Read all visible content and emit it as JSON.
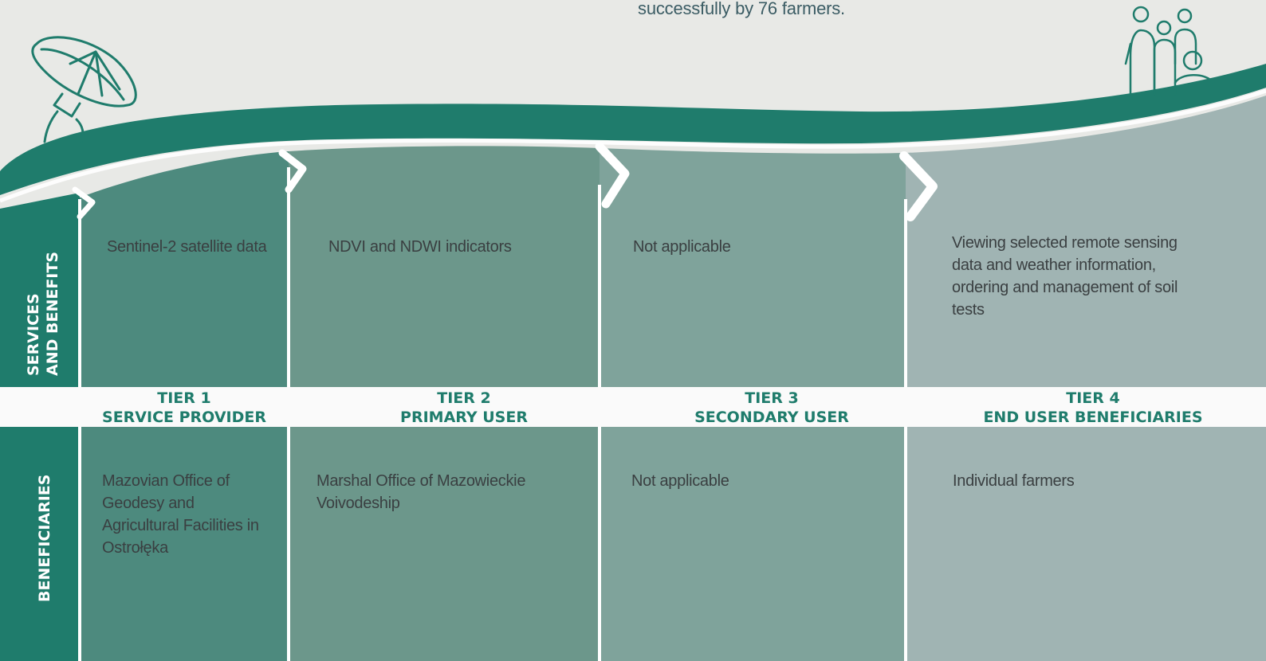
{
  "caption": "successfully by 76 farmers.",
  "row_labels": {
    "services": [
      "SERVICES",
      "AND BENEFITS"
    ],
    "beneficiaries": "BENEFICIARIES"
  },
  "tiers": [
    {
      "tier": "TIER 1",
      "role": "SERVICE PROVIDER",
      "services": "Sentinel-2 satellite data",
      "beneficiaries": "Mazovian Office of Geodesy and Agricultural Facilities in Ostrołęka"
    },
    {
      "tier": "TIER 2",
      "role": "PRIMARY USER",
      "services": "NDVI and NDWI indicators",
      "beneficiaries": "Marshal Office of Mazowieckie Voivodeship"
    },
    {
      "tier": "TIER 3",
      "role": "SECONDARY USER",
      "services": "Not applicable",
      "beneficiaries": "Not applicable"
    },
    {
      "tier": "TIER 4",
      "role": "END USER BENEFICIARIES",
      "services": "Viewing selected remote sensing data and weather information, ordering and management of soil tests",
      "beneficiaries": "Individual farmers"
    }
  ],
  "icons": {
    "left": "satellite-dish-icon",
    "right": "family-icon"
  },
  "colors": {
    "background": "#e8e9e6",
    "dark_teal": "#1f7c6c",
    "col1": "#4d8a7e",
    "col2": "#6c978b",
    "col3": "#7fa39b",
    "col4": "#a0b4b3",
    "header_band": "#fafafa"
  }
}
